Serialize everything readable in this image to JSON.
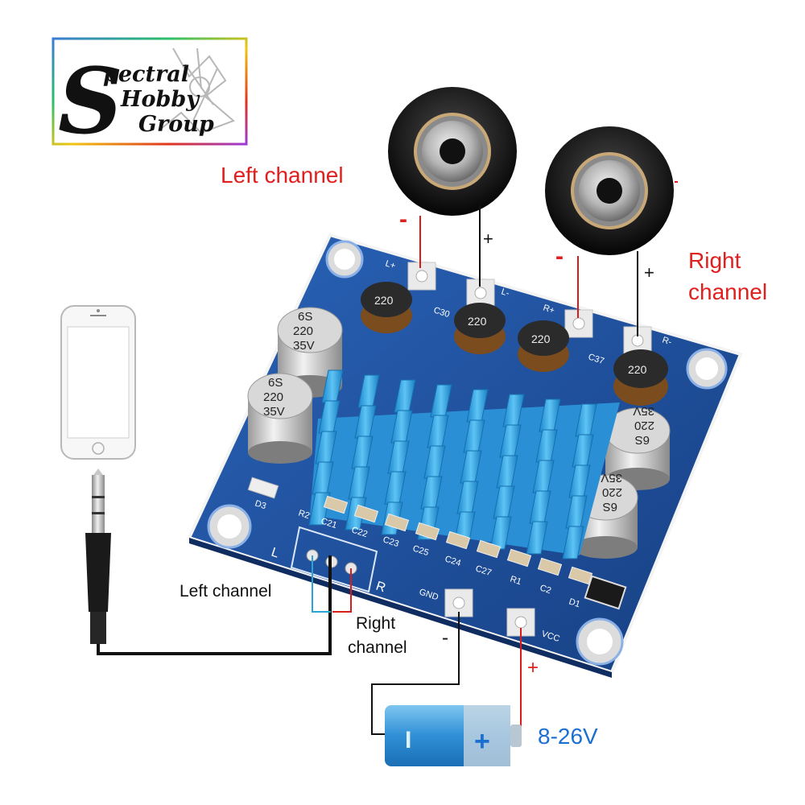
{
  "logo": {
    "line1": "pectral",
    "line1_initial": "S",
    "line2": "Hobby",
    "line3": "Group"
  },
  "labels": {
    "left_channel_top": "Left channel",
    "right_channel_top_1": "Right",
    "right_channel_top_2": "channel",
    "left_channel_input": "Left channel",
    "right_channel_input_1": "Right",
    "right_channel_input_2": "channel",
    "voltage": "8-26V",
    "minus": "-",
    "plus": "+"
  },
  "board": {
    "inductor_value": "220",
    "cap_lines": [
      "6S",
      "220",
      "35V"
    ],
    "pads": {
      "l_plus": "L+",
      "l_minus": "L-",
      "r_plus": "R+",
      "r_minus": "R-",
      "gnd": "GND",
      "vcc": "VCC"
    },
    "silkscreen": [
      "C30",
      "C37",
      "D3",
      "R2",
      "C21",
      "C22",
      "C23",
      "C25",
      "C24",
      "C27",
      "R1",
      "C2",
      "D1",
      "L",
      "R"
    ]
  },
  "battery": {
    "minus_symbol": "I",
    "plus_symbol": "+"
  },
  "colors": {
    "red_label": "#e0201e",
    "blue_label": "#1a6fd0",
    "board": "#1e4f9c",
    "heatsink": "#2e9fe3",
    "wire_red": "#d81b1b",
    "wire_blue": "#2aa4d6",
    "wire_black": "#111111"
  }
}
